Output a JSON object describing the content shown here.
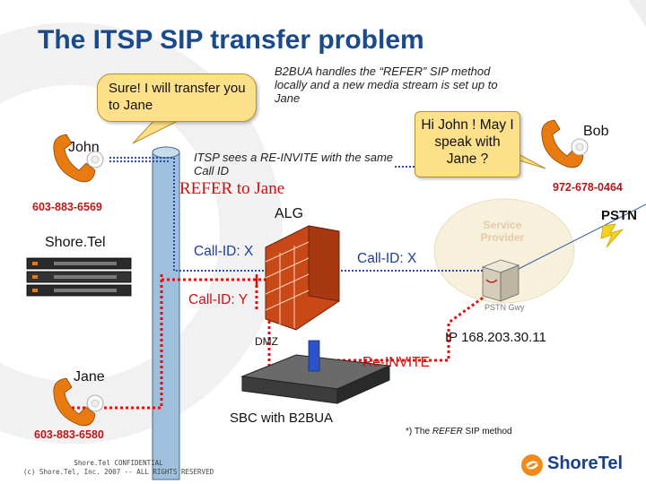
{
  "title": "The ITSP SIP transfer problem",
  "callout_john": "Sure!  I will transfer you to Jane",
  "b2bua_note": "B2BUA handles the “REFER” SIP method locally and a new media stream is set up to Jane",
  "callout_bob": "Hi John ! May I speak with Jane ?",
  "bob_label": "Bob",
  "john_label": "John",
  "itsp_note": "ITSP sees a RE-INVITE with the same Call ID",
  "refer_label": "REFER to Jane",
  "bob_number": "972-678-0464",
  "john_number": "603-883-6569",
  "alg_label": "ALG",
  "pstn_label": "PSTN",
  "shoretel_label": "Shore.Tel",
  "callid_x_left": "Call-ID: X",
  "callid_x_right": "Call-ID: X",
  "service_provider_label": "Service Provider",
  "pstn_gwy_label": "PSTN Gwy",
  "callid_y": "Call-ID: Y",
  "dmz_label": "DMZ",
  "ip_label": "IP 168.203.30.11",
  "reinvite_label": "Re-INVITE",
  "jane_label": "Jane",
  "sbc_label": "SBC with B2BUA",
  "jane_number": "603-883-6580",
  "footnote_prefix": "*) The ",
  "footnote_em": "REFER",
  "footnote_suffix": " SIP method",
  "confidential_line1": "Shore.Tel CONFIDENTIAL",
  "confidential_line2": "(c) Shore.Tel, Inc. 2007 -- ALL RIGHTS RESERVED",
  "logo_text": "ShoreTel",
  "colors": {
    "title": "#1a4a8a",
    "callout_fill": "#fde08a",
    "red_line": "#e01010",
    "blue_dotted": "#2a4aaa",
    "backbone": "#9ec0dc",
    "firewall": "#c84818",
    "phone": "#e87a10"
  }
}
